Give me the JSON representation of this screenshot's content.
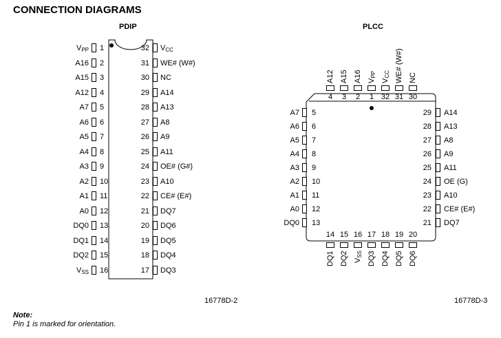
{
  "title": "CONNECTION DIAGRAMS",
  "pdip": {
    "title": "PDIP",
    "figure_id": "16778D-2",
    "left": [
      {
        "num": "1",
        "name": "V",
        "sub": "PP"
      },
      {
        "num": "2",
        "name": "A16"
      },
      {
        "num": "3",
        "name": "A15"
      },
      {
        "num": "4",
        "name": "A12"
      },
      {
        "num": "5",
        "name": "A7"
      },
      {
        "num": "6",
        "name": "A6"
      },
      {
        "num": "7",
        "name": "A5"
      },
      {
        "num": "8",
        "name": "A4"
      },
      {
        "num": "9",
        "name": "A3"
      },
      {
        "num": "10",
        "name": "A2"
      },
      {
        "num": "11",
        "name": "A1"
      },
      {
        "num": "12",
        "name": "A0"
      },
      {
        "num": "13",
        "name": "DQ0"
      },
      {
        "num": "14",
        "name": "DQ1"
      },
      {
        "num": "15",
        "name": "DQ2"
      },
      {
        "num": "16",
        "name": "V",
        "sub": "SS"
      }
    ],
    "right": [
      {
        "num": "32",
        "name": "V",
        "sub": "CC"
      },
      {
        "num": "31",
        "name": "WE# (W#)"
      },
      {
        "num": "30",
        "name": "NC"
      },
      {
        "num": "29",
        "name": "A14"
      },
      {
        "num": "28",
        "name": "A13"
      },
      {
        "num": "27",
        "name": "A8"
      },
      {
        "num": "26",
        "name": "A9"
      },
      {
        "num": "25",
        "name": "A11"
      },
      {
        "num": "24",
        "name": "OE# (G#)"
      },
      {
        "num": "23",
        "name": "A10"
      },
      {
        "num": "22",
        "name": "CE# (E#)"
      },
      {
        "num": "21",
        "name": "DQ7"
      },
      {
        "num": "20",
        "name": "DQ6"
      },
      {
        "num": "19",
        "name": "DQ5"
      },
      {
        "num": "18",
        "name": "DQ4"
      },
      {
        "num": "17",
        "name": "DQ3"
      }
    ]
  },
  "plcc": {
    "title": "PLCC",
    "figure_id": "16778D-3",
    "top": [
      {
        "num": "4",
        "name": "A12"
      },
      {
        "num": "3",
        "name": "A15"
      },
      {
        "num": "2",
        "name": "A16"
      },
      {
        "num": "1",
        "name": "V",
        "sub": "PP"
      },
      {
        "num": "32",
        "name": "V",
        "sub": "CC"
      },
      {
        "num": "31",
        "name": "WE# (W#)"
      },
      {
        "num": "30",
        "name": "NC"
      }
    ],
    "left": [
      {
        "num": "5",
        "name": "A7"
      },
      {
        "num": "6",
        "name": "A6"
      },
      {
        "num": "7",
        "name": "A5"
      },
      {
        "num": "8",
        "name": "A4"
      },
      {
        "num": "9",
        "name": "A3"
      },
      {
        "num": "10",
        "name": "A2"
      },
      {
        "num": "11",
        "name": "A1"
      },
      {
        "num": "12",
        "name": "A0"
      },
      {
        "num": "13",
        "name": "DQ0"
      }
    ],
    "right": [
      {
        "num": "29",
        "name": "A14"
      },
      {
        "num": "28",
        "name": "A13"
      },
      {
        "num": "27",
        "name": "A8"
      },
      {
        "num": "26",
        "name": "A9"
      },
      {
        "num": "25",
        "name": "A11"
      },
      {
        "num": "24",
        "name": "OE (G)"
      },
      {
        "num": "23",
        "name": "A10"
      },
      {
        "num": "22",
        "name": "CE# (E#)"
      },
      {
        "num": "21",
        "name": "DQ7"
      }
    ],
    "bottom": [
      {
        "num": "14",
        "name": "DQ1"
      },
      {
        "num": "15",
        "name": "DQ2"
      },
      {
        "num": "16",
        "name": "V",
        "sub": "SS"
      },
      {
        "num": "17",
        "name": "DQ3"
      },
      {
        "num": "18",
        "name": "DQ4"
      },
      {
        "num": "19",
        "name": "DQ5"
      },
      {
        "num": "20",
        "name": "DQ6"
      }
    ]
  },
  "note": {
    "label": "Note:",
    "text": "Pin 1 is marked for orientation."
  }
}
